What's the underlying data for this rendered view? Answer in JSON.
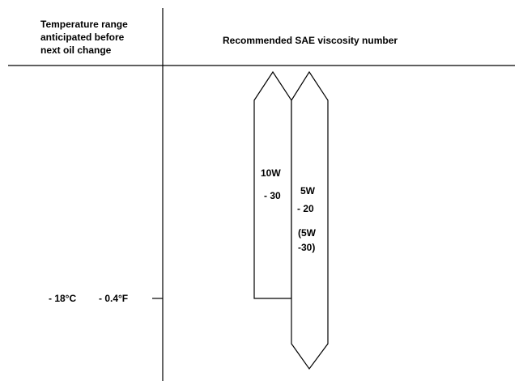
{
  "header": {
    "temperature_range_lines": [
      "Temperature range",
      "anticipated before",
      "next oil change"
    ],
    "viscosity_title": "Recommended SAE viscosity number"
  },
  "temperature_marker": {
    "celsius": "- 18°C",
    "fahrenheit": "- 0.4°F"
  },
  "grades": {
    "grade_10w": {
      "line1": "10W",
      "line2": "- 30"
    },
    "grade_5w": {
      "line1": "5W",
      "line2": "- 20",
      "line3": "(5W",
      "line4": "-30)"
    }
  },
  "colors": {
    "line": "#000000",
    "background": "#ffffff"
  }
}
